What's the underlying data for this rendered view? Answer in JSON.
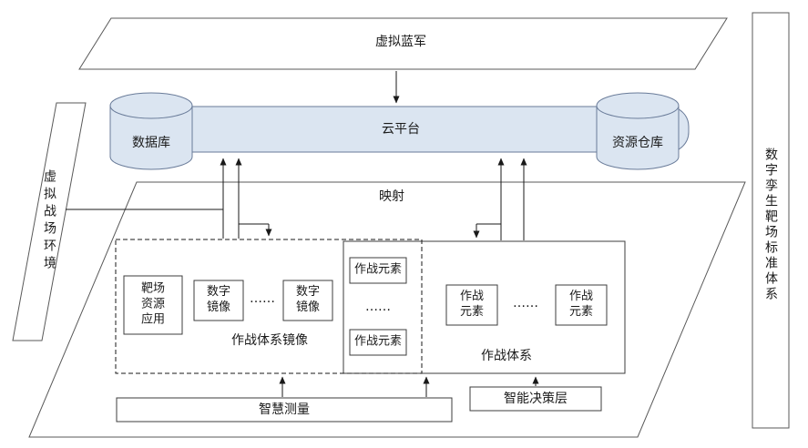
{
  "colors": {
    "shape_fill": "#dbe5f1",
    "shape_stroke": "#697b99",
    "line": "#1a1a1a",
    "box_stroke": "#3c3c3c"
  },
  "top": {
    "virtual_blue_army": "虚拟蓝军"
  },
  "cloud": {
    "platform": "云平台",
    "database": "数据库",
    "resource_warehouse": "资源仓库"
  },
  "left_panel": {
    "virtual_battlefield_environment": "虚拟战场环境"
  },
  "right_panel": {
    "standard_system": "数字孪生靶场标准体系"
  },
  "main": {
    "mapping": "映射",
    "mirror_group": {
      "range_resource_app": "靶场\n资源\n应用",
      "digital_mirror_1": "数字\n镜像",
      "ellipsis": "……",
      "digital_mirror_2": "数字\n镜像",
      "caption": "作战体系镜像"
    },
    "shared_column": {
      "element_top": "作战元素",
      "ellipsis": "……",
      "element_bottom": "作战元素"
    },
    "combat_group": {
      "element_1": "作战\n元素",
      "ellipsis": "……",
      "element_2": "作战\n元素",
      "caption": "作战体系"
    },
    "smart_measurement": "智慧测量",
    "intelligent_decision_layer": "智能决策层"
  }
}
